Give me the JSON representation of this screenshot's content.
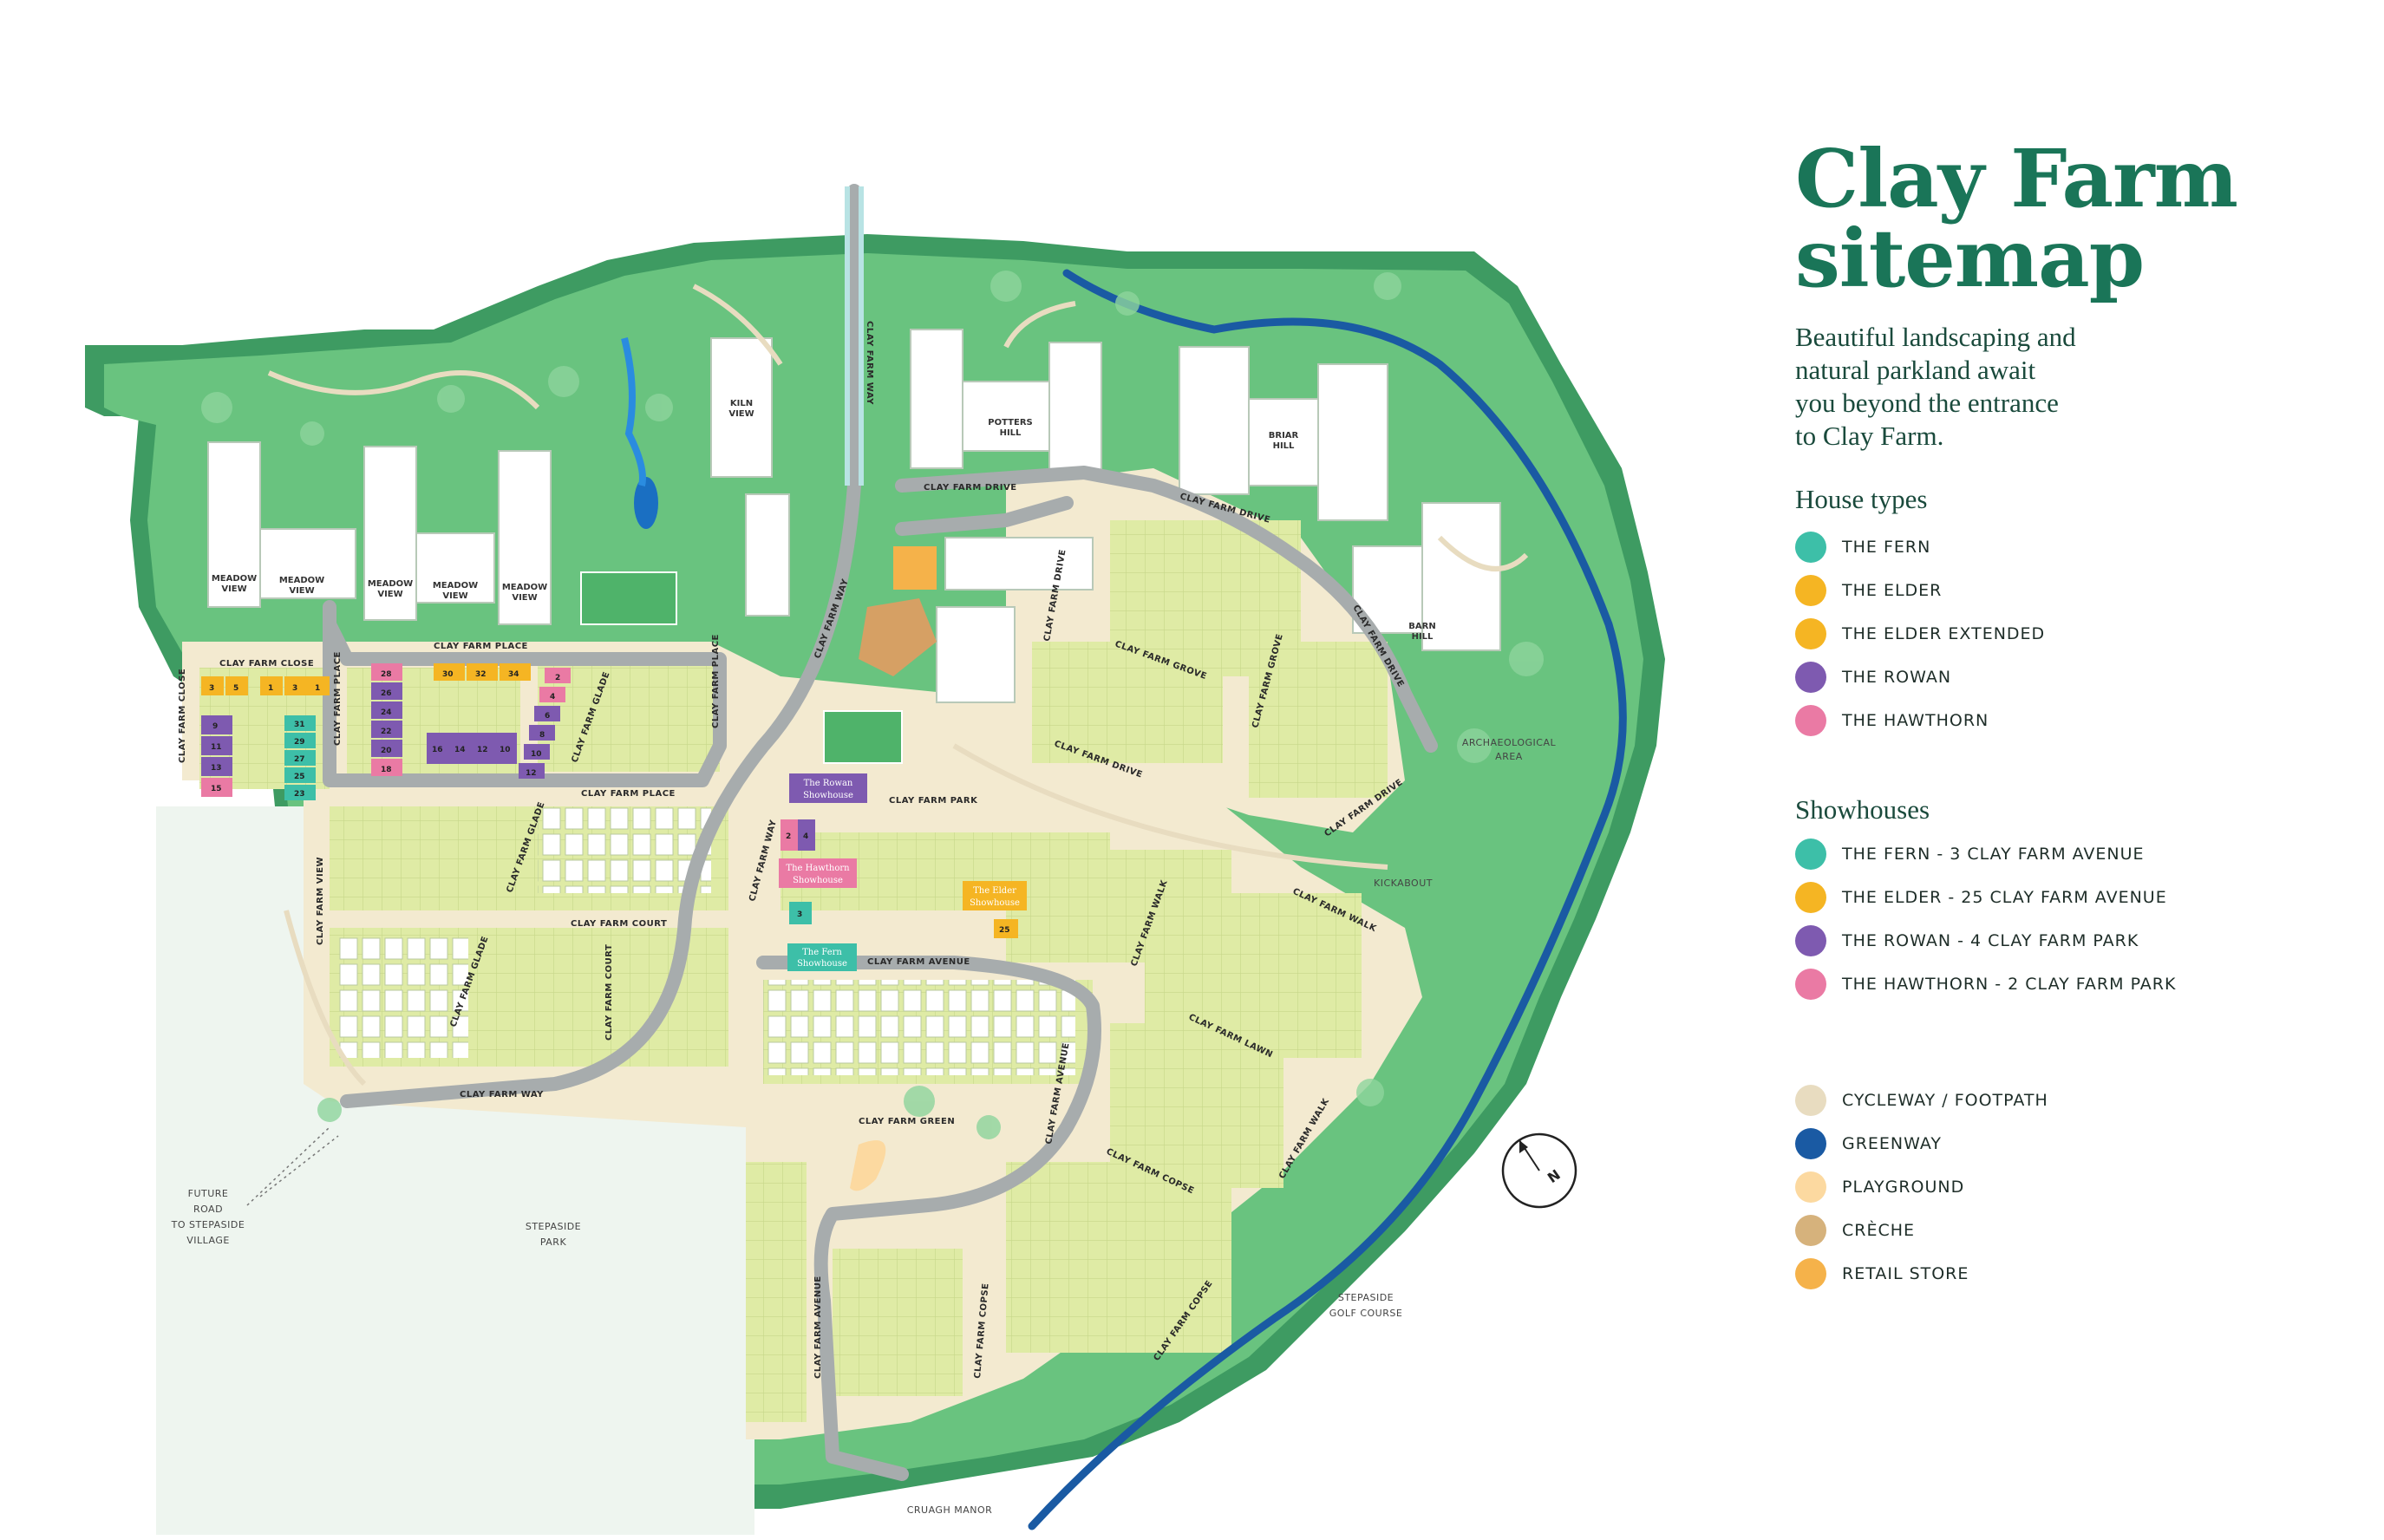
{
  "title": "Clay Farm sitemap",
  "title_line1": "Clay Farm",
  "title_line2": "sitemap",
  "intro": "Beautiful landscaping and natural parkland await you beyond the entrance to Clay Farm.",
  "house_types": {
    "heading": "House types",
    "items": [
      {
        "label": "THE FERN",
        "color": "#3dbfa8"
      },
      {
        "label": "THE ELDER",
        "color": "#f5b523"
      },
      {
        "label": "THE ELDER EXTENDED",
        "color": "#f5b523"
      },
      {
        "label": "THE ROWAN",
        "color": "#7e5ab0"
      },
      {
        "label": "THE HAWTHORN",
        "color": "#ea7aa4"
      }
    ]
  },
  "showhouses": {
    "heading": "Showhouses",
    "items": [
      {
        "label": "THE FERN - 3 CLAY FARM AVENUE",
        "color": "#3dbfa8"
      },
      {
        "label": "THE ELDER - 25 CLAY FARM AVENUE",
        "color": "#f5b523"
      },
      {
        "label": "THE ROWAN - 4 CLAY FARM PARK",
        "color": "#7e5ab0"
      },
      {
        "label": "THE HAWTHORN - 2 CLAY FARM PARK",
        "color": "#ea7aa4"
      }
    ]
  },
  "amenities": {
    "items": [
      {
        "label": "CYCLEWAY / FOOTPATH",
        "color": "#e8dcc0"
      },
      {
        "label": "GREENWAY",
        "color": "#1a5aa3"
      },
      {
        "label": "PLAYGROUND",
        "color": "#fcd9a0"
      },
      {
        "label": "CRÈCHE",
        "color": "#d6b27c"
      },
      {
        "label": "RETAIL STORE",
        "color": "#f5b24a"
      }
    ]
  },
  "map": {
    "street_labels": {
      "clay_farm_way_n": "CLAY FARM WAY",
      "clay_farm_way_mid": "CLAY FARM WAY",
      "clay_farm_way_s": "CLAY FARM WAY",
      "clay_farm_way_sw": "CLAY FARM WAY",
      "clay_farm_drive_1": "CLAY FARM DRIVE",
      "clay_farm_drive_2": "CLAY FARM DRIVE",
      "clay_farm_drive_3": "CLAY FARM DRIVE",
      "clay_farm_drive_4": "CLAY FARM DRIVE",
      "clay_farm_drive_5": "CLAY FARM DRIVE",
      "clay_farm_drive_6": "CLAY FARM DRIVE",
      "clay_farm_grove_1": "CLAY FARM GROVE",
      "clay_farm_grove_2": "CLAY FARM GROVE",
      "clay_farm_close": "CLAY FARM CLOSE",
      "clay_farm_close_v": "CLAY FARM CLOSE",
      "clay_farm_place_1": "CLAY FARM PLACE",
      "clay_farm_place_2": "CLAY FARM PLACE",
      "clay_farm_place_3": "CLAY FARM PLACE",
      "clay_farm_place_4": "CLAY FARM PLACE",
      "clay_farm_glade_1": "CLAY FARM GLADE",
      "clay_farm_glade_2": "CLAY FARM GLADE",
      "clay_farm_glade_3": "CLAY FARM GLADE",
      "clay_farm_view": "CLAY FARM VIEW",
      "clay_farm_court_1": "CLAY FARM COURT",
      "clay_farm_court_2": "CLAY FARM COURT",
      "clay_farm_park": "CLAY FARM PARK",
      "clay_farm_avenue_1": "CLAY FARM AVENUE",
      "clay_farm_avenue_2": "CLAY FARM AVENUE",
      "clay_farm_avenue_3": "CLAY FARM AVENUE",
      "clay_farm_walk_1": "CLAY FARM WALK",
      "clay_farm_walk_2": "CLAY FARM WALK",
      "clay_farm_walk_3": "CLAY FARM WALK",
      "clay_farm_lawn": "CLAY FARM LAWN",
      "clay_farm_green": "CLAY FARM GREEN",
      "clay_farm_copse_1": "CLAY FARM COPSE",
      "clay_farm_copse_2": "CLAY FARM COPSE",
      "clay_farm_copse_3": "CLAY FARM COPSE"
    },
    "block_labels": {
      "meadow_view_1": [
        "MEADOW",
        "VIEW"
      ],
      "meadow_view_2": [
        "MEADOW",
        "VIEW"
      ],
      "meadow_view_3": [
        "MEADOW",
        "VIEW"
      ],
      "meadow_view_4": [
        "MEADOW",
        "VIEW"
      ],
      "meadow_view_5": [
        "MEADOW",
        "VIEW"
      ],
      "kiln_view": [
        "KILN",
        "VIEW"
      ],
      "potters_hill": [
        "POTTERS",
        "HILL"
      ],
      "briar_hill": [
        "BRIAR",
        "HILL"
      ],
      "barn_hill": [
        "BARN",
        "HILL"
      ]
    },
    "place_labels": {
      "archaeological_area": [
        "ARCHAEOLOGICAL",
        "AREA"
      ],
      "kickabout": "KICKABOUT",
      "future_road": [
        "FUTURE",
        "ROAD",
        "TO STEPASIDE",
        "VILLAGE"
      ],
      "stepaside_park": [
        "STEPASIDE",
        "PARK"
      ],
      "stepaside_golf": [
        "STEPASIDE",
        "GOLF COURSE"
      ],
      "cruagh_manor": "CRUAGH MANOR"
    },
    "showhouse_tags": {
      "rowan": [
        "The Rowan",
        "Showhouse"
      ],
      "hawthorn": [
        "The Hawthorn",
        "Showhouse"
      ],
      "elder": [
        "The Elder",
        "Showhouse"
      ],
      "fern": [
        "The Fern",
        "Showhouse"
      ]
    },
    "plots": {
      "close_top": [
        "3",
        "5",
        "1",
        "3",
        "1"
      ],
      "close_left": [
        "9",
        "11",
        "13",
        "15"
      ],
      "close_right": [
        "31",
        "29",
        "27",
        "25",
        "23"
      ],
      "place_top": [
        "30",
        "32",
        "34"
      ],
      "place_col": [
        "28",
        "26",
        "24",
        "22",
        "20",
        "18"
      ],
      "place_row": [
        "16",
        "14",
        "12",
        "10"
      ],
      "glade_col": [
        "2",
        "4",
        "6",
        "8",
        "10",
        "12"
      ],
      "park_plots": [
        "2",
        "4"
      ],
      "fern_plot": "3",
      "elder_plot": "25"
    },
    "compass": "N"
  }
}
